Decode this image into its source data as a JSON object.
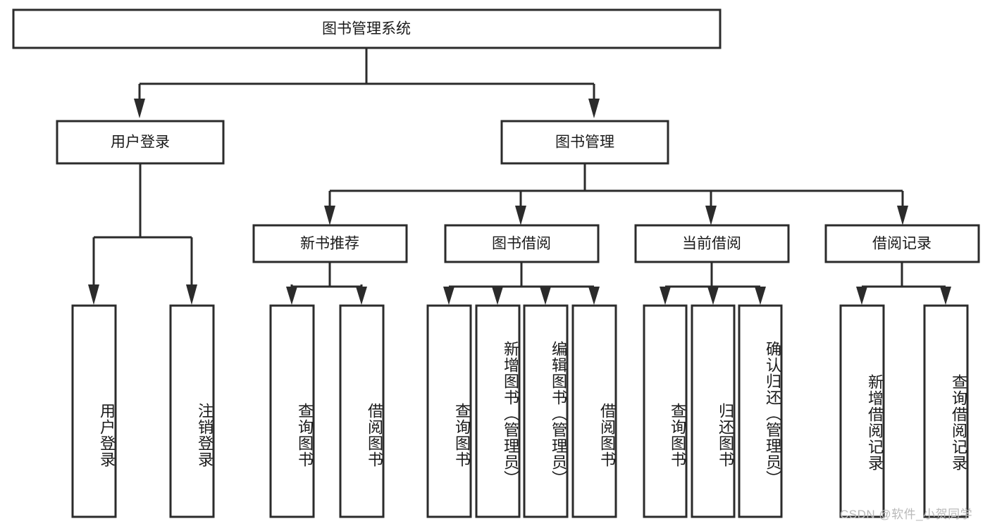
{
  "diagram": {
    "title": "图书管理系统",
    "watermark": "CSDN @软件_小贺同学",
    "colors": {
      "stroke": "#2b2b2b",
      "box_fill": "#ffffff",
      "text": "#1a1a1a",
      "background": "#ffffff",
      "watermark": "#b9b9b9"
    },
    "root": {
      "label": "图书管理系统"
    },
    "level1": [
      {
        "label": "用户登录"
      },
      {
        "label": "图书管理"
      }
    ],
    "level2": [
      {
        "label": "新书推荐"
      },
      {
        "label": "图书借阅"
      },
      {
        "label": "当前借阅"
      },
      {
        "label": "借阅记录"
      }
    ],
    "leaves": {
      "user_login": [
        {
          "label": "用户登录"
        },
        {
          "label": "注销登录"
        }
      ],
      "new_book_recommend": [
        {
          "label": "查询图书"
        },
        {
          "label": "借阅图书"
        }
      ],
      "book_borrow": [
        {
          "label": "查询图书"
        },
        {
          "label": "新增图书（管理员）"
        },
        {
          "label": "编辑图书（管理员）"
        },
        {
          "label": "借阅图书"
        }
      ],
      "current_borrow": [
        {
          "label": "查询图书"
        },
        {
          "label": "归还图书"
        },
        {
          "label": "确认归还（管理员）"
        }
      ],
      "borrow_record": [
        {
          "label": "新增借阅记录"
        },
        {
          "label": "查询借阅记录"
        }
      ]
    }
  }
}
